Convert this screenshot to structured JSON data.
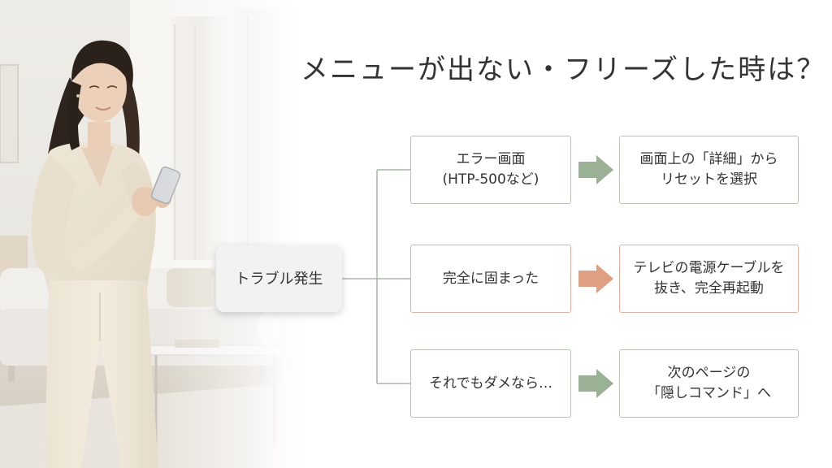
{
  "title": "メニューが出ない・フリーズした時は？",
  "diagram": {
    "root": {
      "label": "トラブル発生"
    },
    "branches": [
      {
        "condition": "エラー画面\n(HTP-500など)",
        "action": "画面上の「詳細」から\nリセットを選択",
        "color": "#9bb195"
      },
      {
        "condition": "完全に固まった",
        "action": "テレビの電源ケーブルを\n抜き、完全再起動",
        "color": "#df9f83"
      },
      {
        "condition": "それでもダメなら…",
        "action": "次のページの\n「隠しコマンド」へ",
        "color": "#9bb195"
      }
    ]
  },
  "colors": {
    "green_accent": "#9bb195",
    "orange_accent": "#df9f83",
    "box_border": "#b8c3b4",
    "connector": "#a9b5a5",
    "text": "#333333"
  },
  "icons": {
    "arrow": "right-arrow-icon"
  }
}
